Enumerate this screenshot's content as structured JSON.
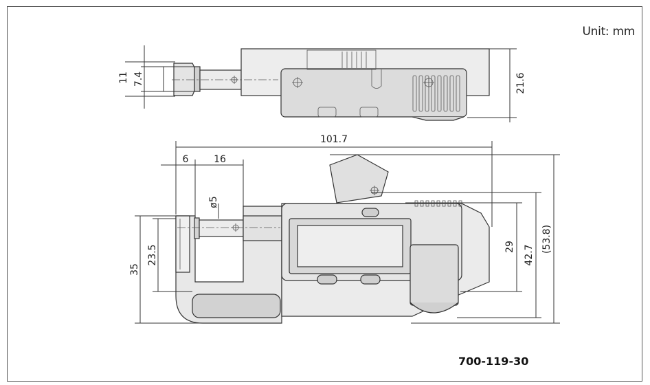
{
  "unit_label": "Unit: mm",
  "model_number": "700-119-30",
  "colors": {
    "light_gray": "#e8e8e8",
    "mid_gray": "#d6d6d6",
    "dark_gray": "#b5b5b5",
    "stroke": "#333333"
  },
  "top_view": {
    "dimensions": {
      "spindle_overall": "11",
      "spindle_diameter": "7.4",
      "depth": "21.6"
    }
  },
  "front_view": {
    "dimensions": {
      "overall_length": "101.7",
      "anvil_offset": "6",
      "spindle_reach": "16",
      "spindle_diameter": "ø5",
      "frame_height": "35",
      "throat_height": "23.5",
      "display_height": "29",
      "body_height": "42.7",
      "overall_height": "(53.8)"
    }
  }
}
